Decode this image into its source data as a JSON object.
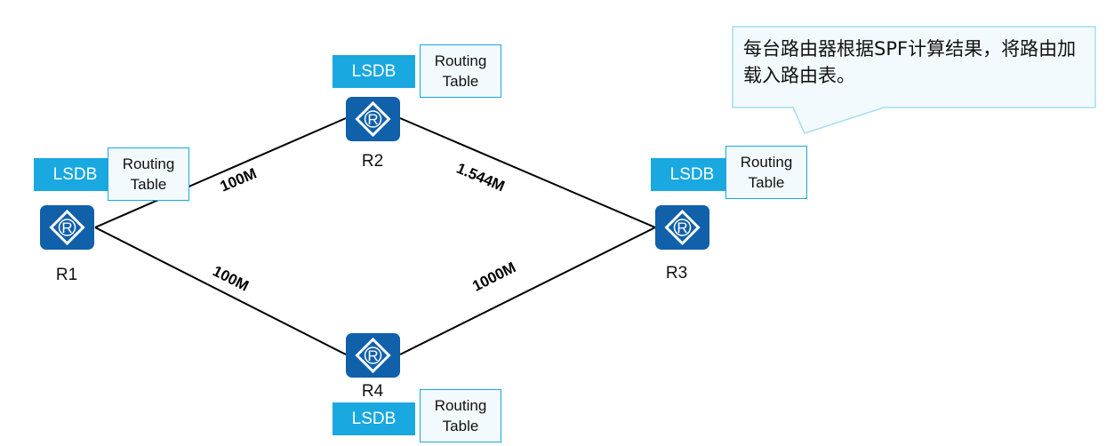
{
  "routers": [
    {
      "id": "R1",
      "label": "R1"
    },
    {
      "id": "R2",
      "label": "R2"
    },
    {
      "id": "R3",
      "label": "R3"
    },
    {
      "id": "R4",
      "label": "R4"
    }
  ],
  "router_icon": {
    "glyph": "R",
    "icon": "router-icon",
    "color": "#1060aa"
  },
  "lsdb_label": "LSDB",
  "routing_table": {
    "line1": "Routing",
    "line2": "Table"
  },
  "links": [
    {
      "from": "R1",
      "to": "R2",
      "bandwidth": "100M"
    },
    {
      "from": "R2",
      "to": "R3",
      "bandwidth": "1.544M"
    },
    {
      "from": "R1",
      "to": "R4",
      "bandwidth": "100M"
    },
    {
      "from": "R4",
      "to": "R3",
      "bandwidth": "1000M"
    }
  ],
  "callout": {
    "text": "每台路由器根据SPF计算结果，将路由加载入路由表。"
  },
  "colors": {
    "lsdb_bg": "#19a8e0",
    "router": "#1060aa",
    "callout_border": "#a6dcf0",
    "callout_bg": "#f2fafe"
  }
}
